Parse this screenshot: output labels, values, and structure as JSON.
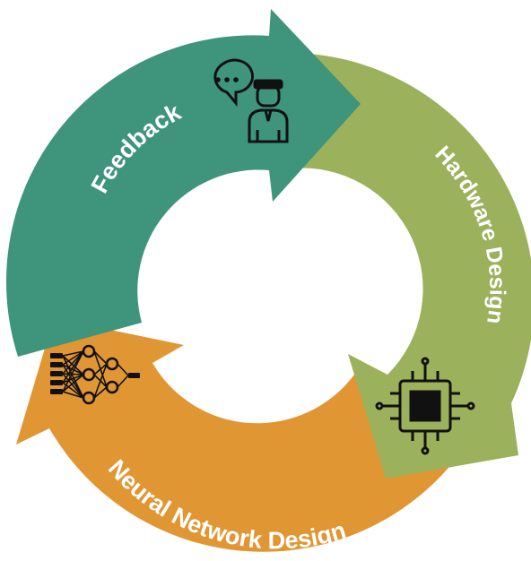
{
  "segments": [
    {
      "id": "feedback",
      "label": "Feedback",
      "color": "#3f947c",
      "icon": "user-feedback-icon"
    },
    {
      "id": "hardware",
      "label": "Hardware Design",
      "color": "#9cb15c",
      "icon": "chip-icon"
    },
    {
      "id": "neural",
      "label": "Neural Network Design",
      "color": "#e19634",
      "icon": "neural-network-icon"
    }
  ]
}
